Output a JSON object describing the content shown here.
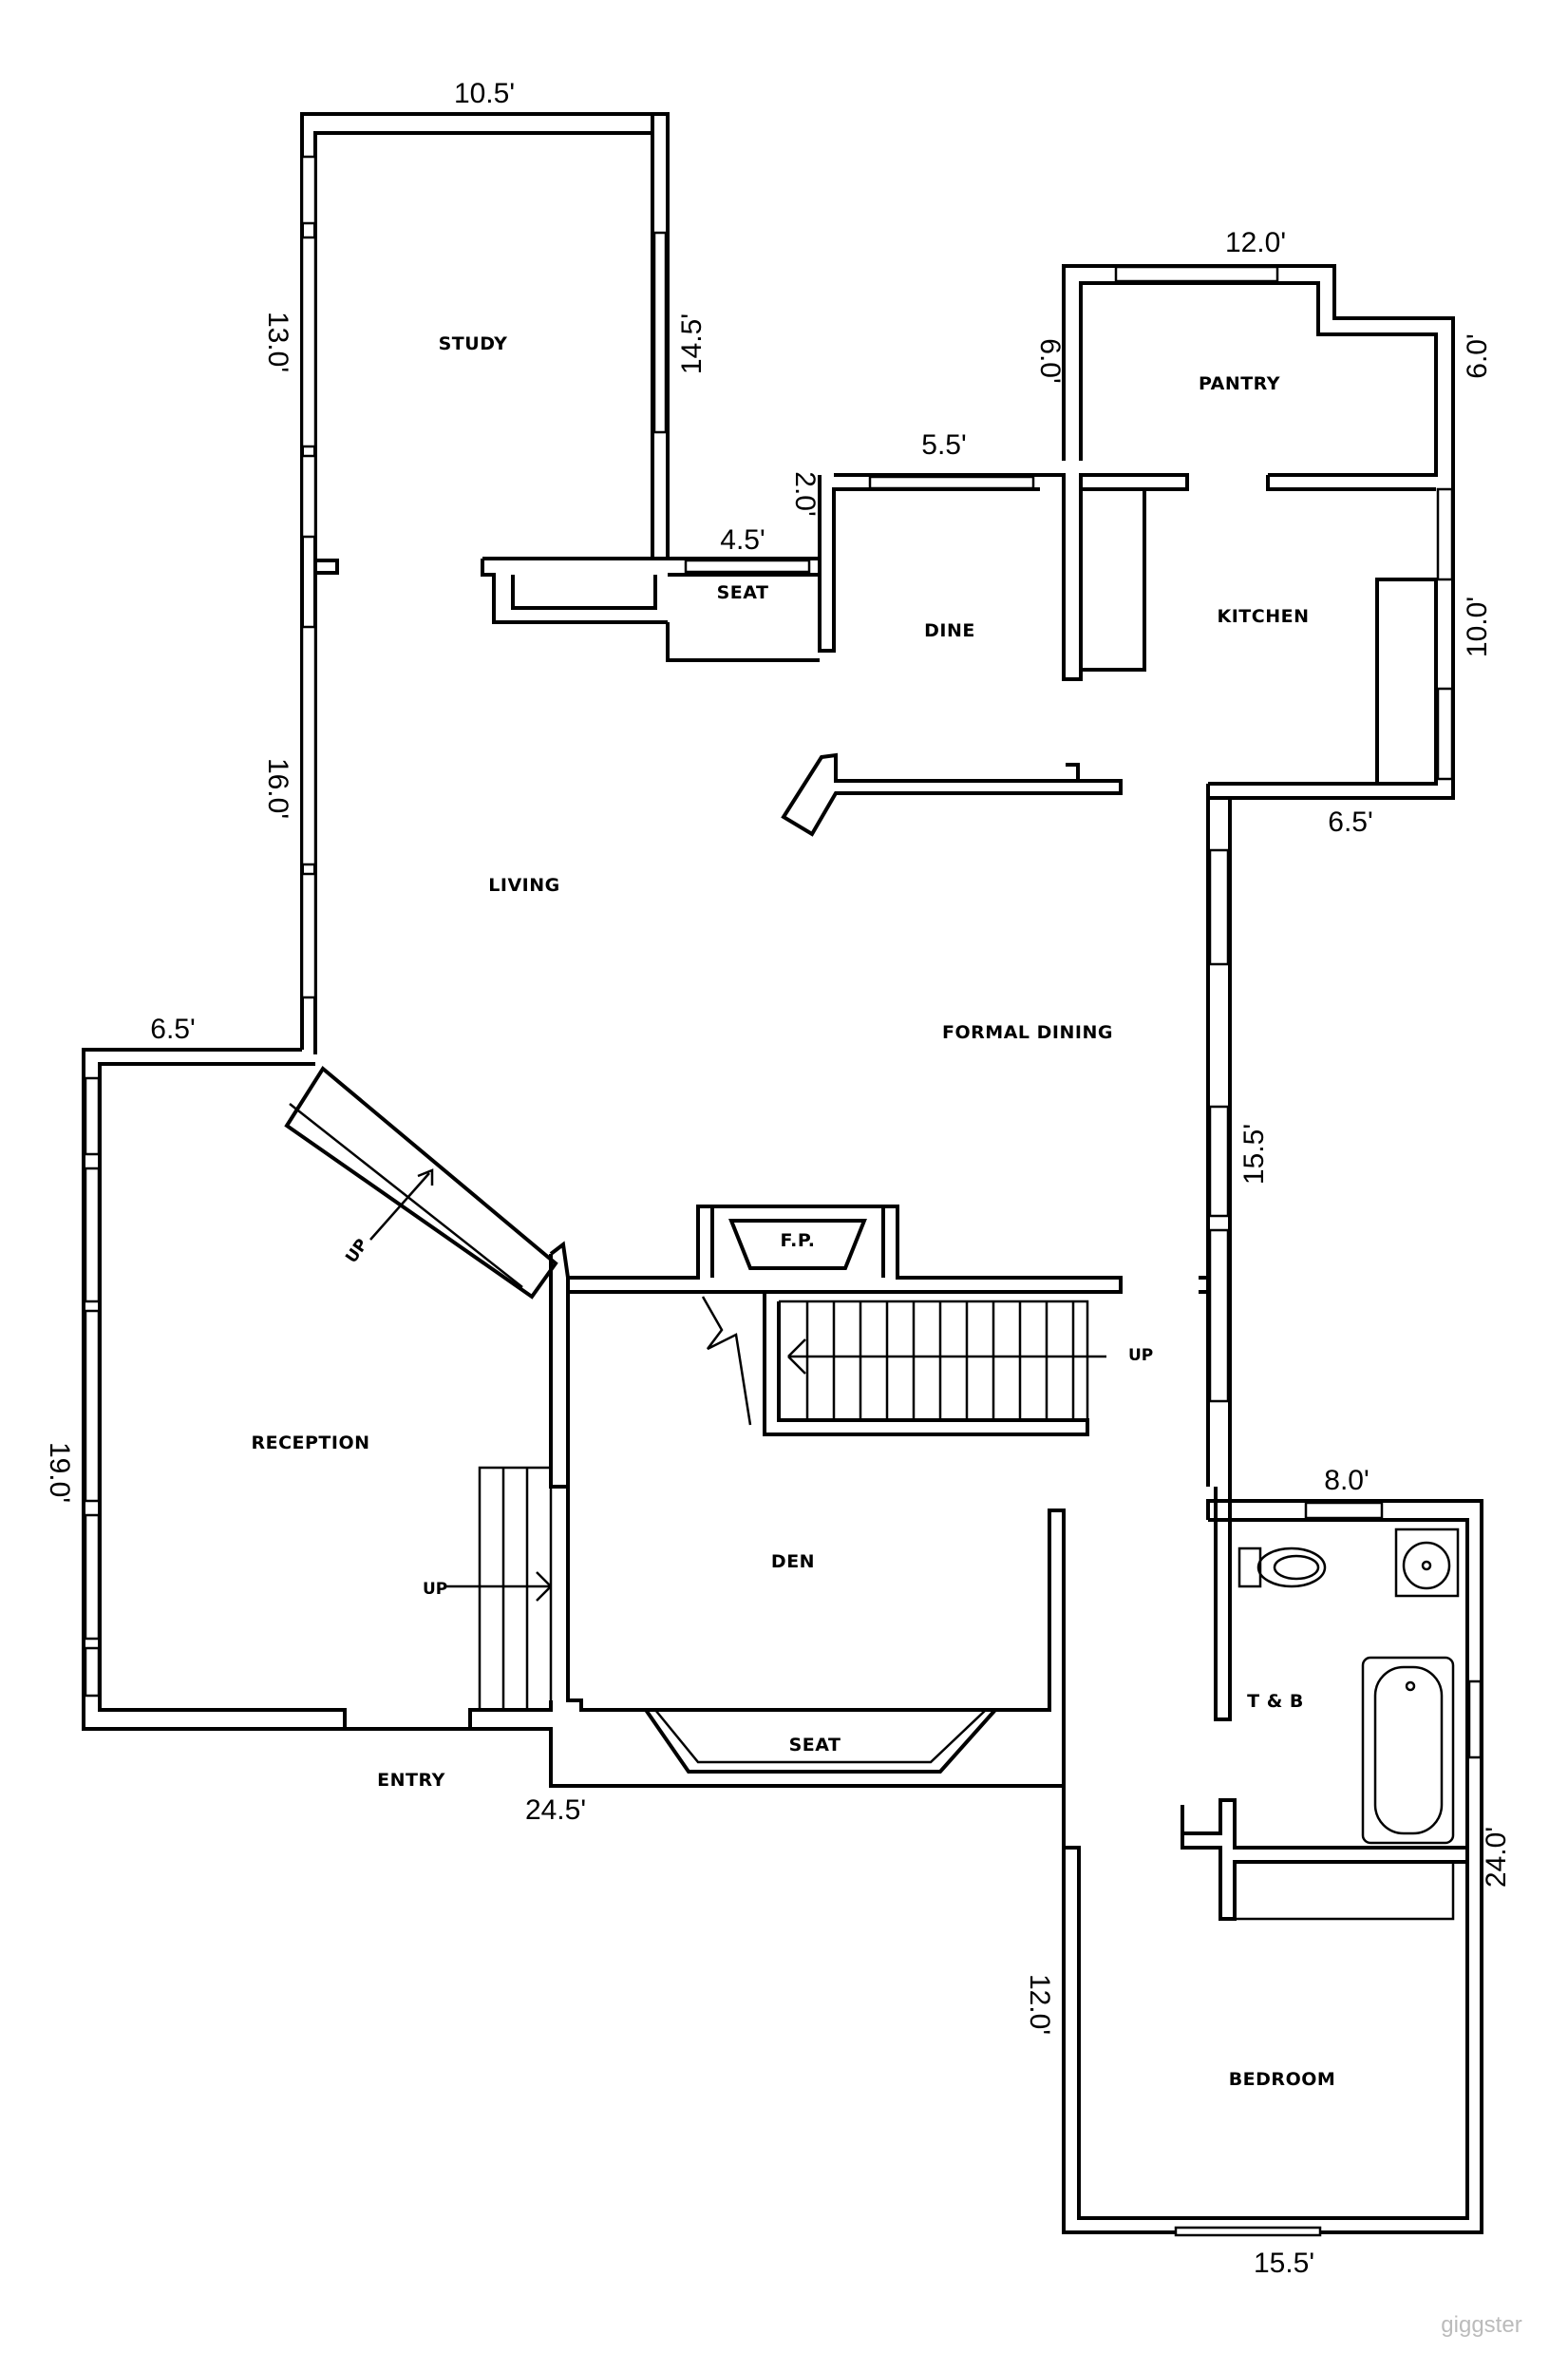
{
  "rooms": {
    "study": "STUDY",
    "seat_top": "SEAT",
    "dine": "DINE",
    "pantry": "PANTRY",
    "kitchen": "KITCHEN",
    "living": "LIVING",
    "formal_dining": "FORMAL DINING",
    "fireplace": "F.P.",
    "reception": "RECEPTION",
    "den": "DEN",
    "seat_bottom": "SEAT",
    "entry": "ENTRY",
    "bath": "T & B",
    "bedroom": "BEDROOM"
  },
  "stair_labels": {
    "up_diagonal": "UP",
    "up_main": "UP",
    "up_reception": "UP"
  },
  "dimensions": {
    "study_width": "10.5'",
    "study_left_upper": "13.0'",
    "study_right": "14.5'",
    "living_left": "16.0'",
    "seat_width": "4.5'",
    "dine_offset": "2.0'",
    "dine_width": "5.5'",
    "pantry_left": "6.0'",
    "pantry_width": "12.0'",
    "pantry_right": "6.0'",
    "kitchen_right": "10.0'",
    "kitchen_bottom": "6.5'",
    "reception_top": "6.5'",
    "reception_left": "19.0'",
    "dining_right": "15.5'",
    "bath_width": "8.0'",
    "entry_width": "24.5'",
    "bath_right": "24.0'",
    "bedroom_left": "12.0'",
    "bedroom_bottom": "15.5'"
  },
  "watermark": "giggster"
}
